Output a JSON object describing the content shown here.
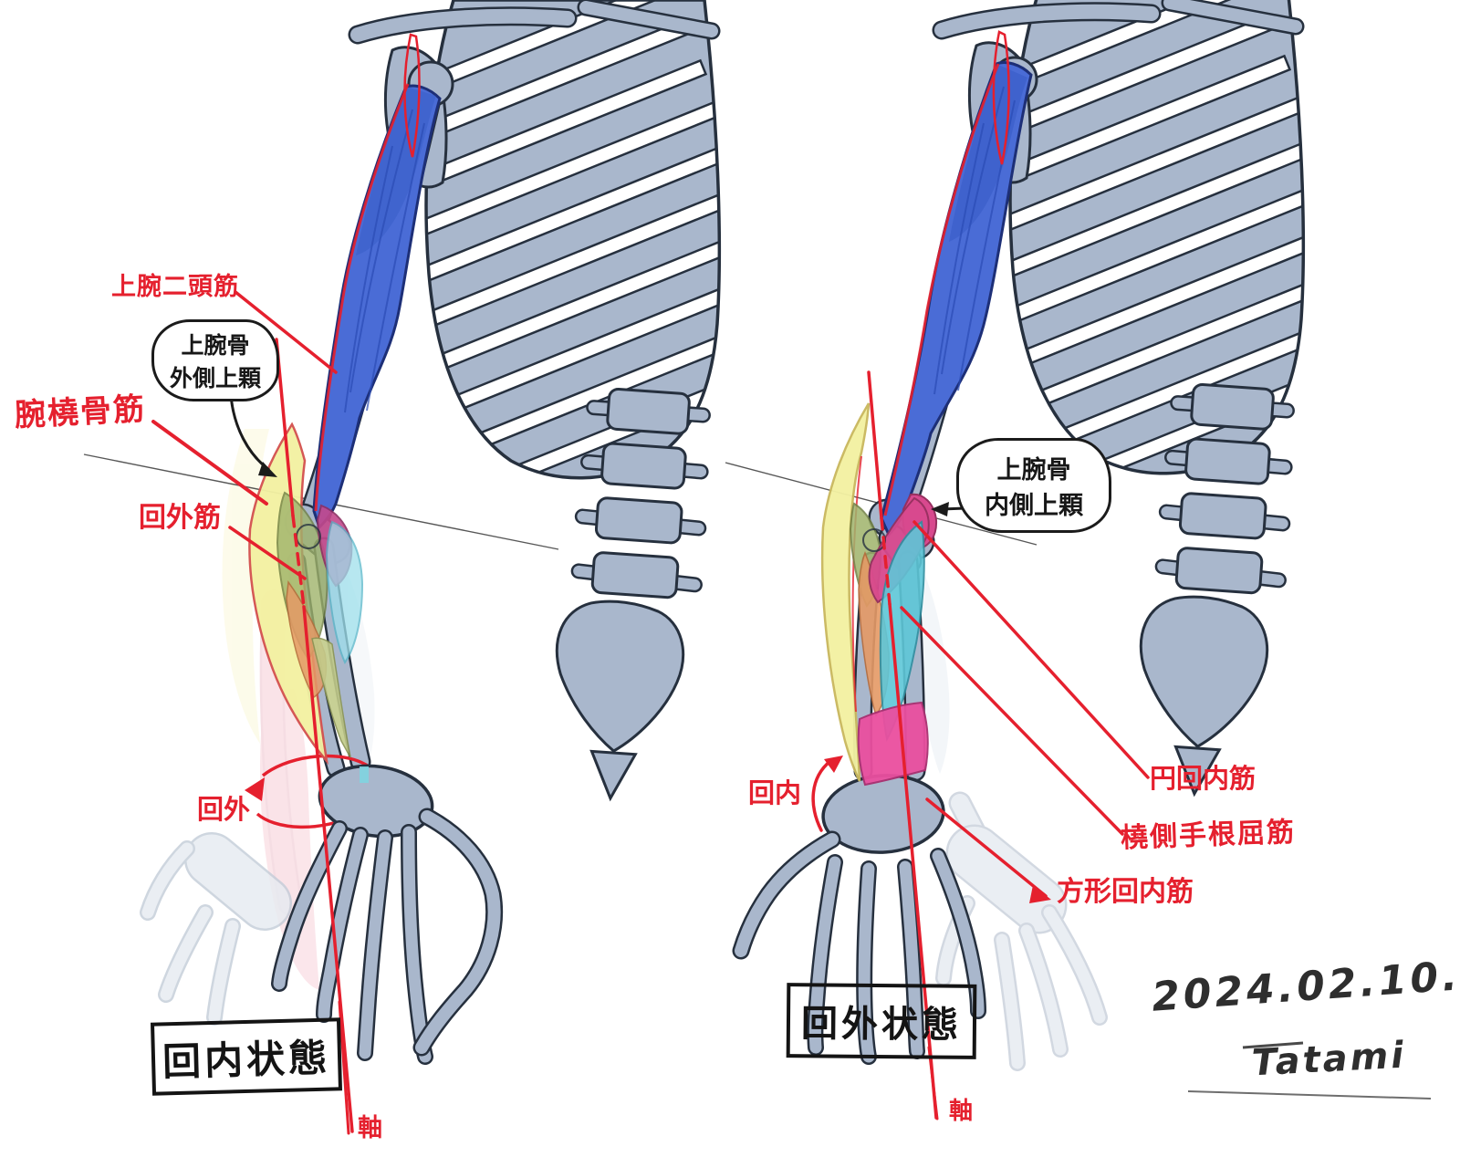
{
  "artwork": {
    "date": "2024.02.10.",
    "signature": "Tatami"
  },
  "colors": {
    "bone": "#a9b7cc",
    "outline": "#26303e",
    "biceps_blue": "#4a6cd6",
    "brachioradialis_yellow": "#f3f1a2",
    "supinator_green": "#9fb36b",
    "pronator_magenta": "#d8498e",
    "flexor_cyan": "#5ec7d8",
    "deep_orange": "#e59a66",
    "annotation_red": "#e5202e",
    "ink": "#1b1b1b"
  },
  "left_figure": {
    "state_label": "回内状態",
    "rotation_arrow_label": "回外",
    "axis_label": "軸",
    "labels": {
      "biceps": "上腕二頭筋",
      "brachioradialis": "腕橈骨筋",
      "supinator": "回外筋"
    },
    "callout": {
      "line1": "上腕骨",
      "line2": "外側上顆"
    }
  },
  "right_figure": {
    "state_label": "回外状態",
    "rotation_arrow_label": "回内",
    "axis_label": "軸",
    "labels": {
      "pronator_teres": "円回内筋",
      "flexor_carpi_radialis": "橈側手根屈筋",
      "pronator_quadratus": "方形回内筋"
    },
    "callout": {
      "line1": "上腕骨",
      "line2": "内側上顆"
    }
  }
}
